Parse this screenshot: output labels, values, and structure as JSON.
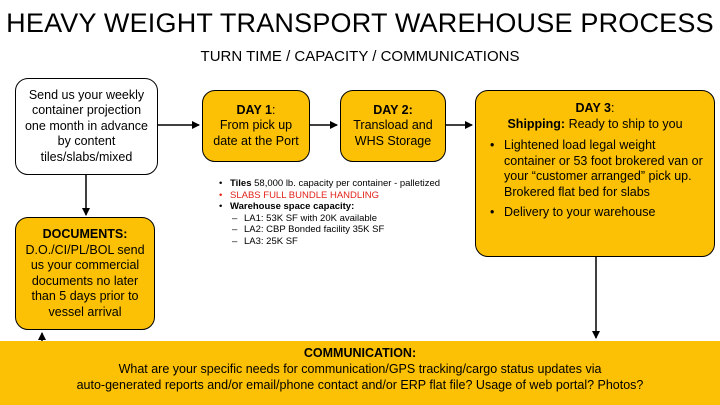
{
  "title": "HEAVY WEIGHT TRANSPORT WAREHOUSE PROCESS",
  "subtitle": "TURN TIME / CAPACITY / COMMUNICATIONS",
  "projection_box": {
    "text": "Send us your weekly container projection one month in advance by content tiles/slabs/mixed"
  },
  "documents_box": {
    "heading": "DOCUMENTS:",
    "text": "D.O./CI/PL/BOL send us your commercial documents no later than 5 days prior to vessel arrival"
  },
  "day1": {
    "heading": "DAY 1",
    "heading_suffix": ":",
    "text": "From pick up date at the Port"
  },
  "day2": {
    "heading": "DAY 2:",
    "text": "Transload and WHS Storage"
  },
  "details": {
    "tiles_bold": "Tiles",
    "tiles_text": " 58,000 lb. capacity per container - palletized",
    "slabs": "SLABS FULL BUNDLE HANDLING",
    "warehouse": "Warehouse space capacity:",
    "la1": "LA1: 53K SF with 20K available",
    "la2": "LA2: CBP Bonded facility 35K SF",
    "la3": "LA3: 25K SF"
  },
  "day3": {
    "heading": "DAY 3",
    "heading_suffix": ":",
    "shipping_bold": "Shipping:",
    "shipping_text": " Ready to ship to  you",
    "bullet1": "Lightened load legal weight container or 53 foot brokered van or your “customer arranged” pick up. Brokered flat bed for slabs",
    "bullet2": "Delivery to your warehouse"
  },
  "communication": {
    "heading": "COMMUNICATION:",
    "line1": "What are your specific needs for communication/GPS tracking/cargo status updates via",
    "line2": "auto-generated reports and/or email/phone contact and/or ERP flat file? Usage of web portal? Photos?"
  },
  "colors": {
    "accent": "#fcc004",
    "alert": "#e2231a"
  }
}
